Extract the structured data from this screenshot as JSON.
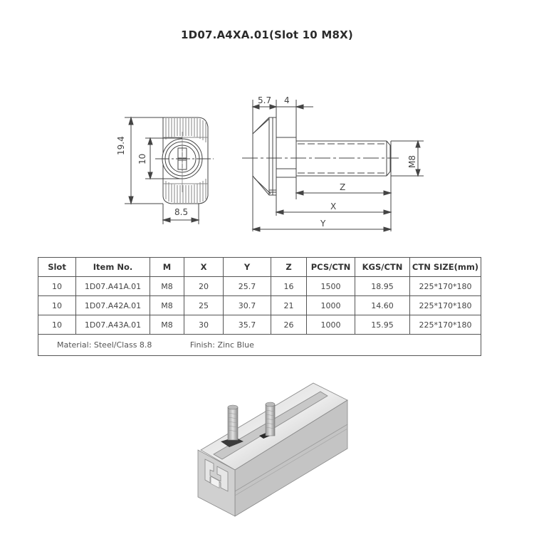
{
  "title": "1D07.A4XA.01(Slot 10 M8X)",
  "drawing": {
    "front_view": {
      "height_label": "19.4",
      "inner_label": "10",
      "width_label": "8.5"
    },
    "side_view": {
      "head_label": "5.7",
      "collar_label": "4",
      "thread_label": "M8",
      "z_label": "Z",
      "x_label": "X",
      "y_label": "Y"
    }
  },
  "table": {
    "headers": [
      "Slot",
      "Item No.",
      "M",
      "X",
      "Y",
      "Z",
      "PCS/CTN",
      "KGS/CTN",
      "CTN SIZE(mm)"
    ],
    "rows": [
      [
        "10",
        "1D07.A41A.01",
        "M8",
        "20",
        "25.7",
        "16",
        "1500",
        "18.95",
        "225*170*180"
      ],
      [
        "10",
        "1D07.A42A.01",
        "M8",
        "25",
        "30.7",
        "21",
        "1000",
        "14.60",
        "225*170*180"
      ],
      [
        "10",
        "1D07.A43A.01",
        "M8",
        "30",
        "35.7",
        "26",
        "1000",
        "15.95",
        "225*170*180"
      ]
    ],
    "material": "Material: Steel/Class 8.8",
    "finish": "Finish: Zinc Blue"
  },
  "photo": {
    "description": "aluminum-profile-with-t-bolts"
  }
}
